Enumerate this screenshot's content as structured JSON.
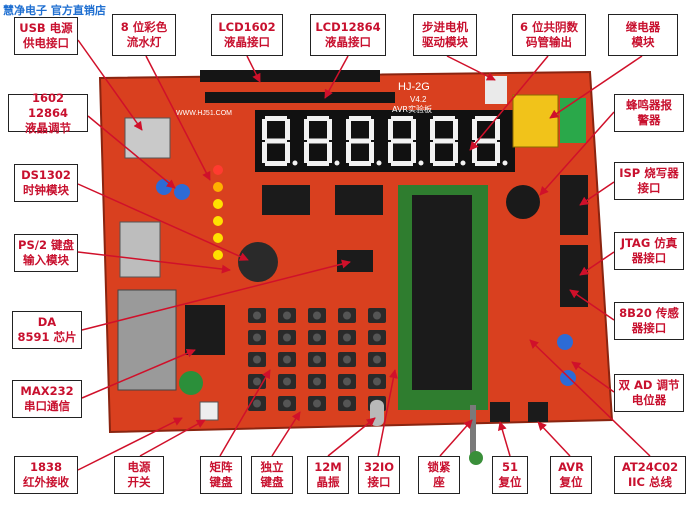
{
  "watermark": "慧净电子 官方直销店",
  "board": {
    "brand": "HJ-2G",
    "model": "V4.2",
    "subtitle": "AVR实验板",
    "site": "WWW.HJ51.COM"
  },
  "labels": {
    "usb": "USB 电源\n供电接口",
    "led": "8 位彩色\n流水灯",
    "lcd1602": "LCD1602\n液晶接口",
    "lcd12864": "LCD12864\n液晶接口",
    "stepper": "步进电机\n驱动模块",
    "segment": "6 位共阴数\n码管输出",
    "relay": "继电器\n模块",
    "lcdadjust": "1602 12864\n液晶调节",
    "buzzer": "蜂鸣器报\n警器",
    "ds1302": "DS1302\n时钟模块",
    "isp": "ISP 烧写器\n接口",
    "ps2": "PS/2 键盘\n输入模块",
    "jtag": "JTAG 仿真\n器接口",
    "da": "DA\n8591 芯片",
    "ds18b20": "8B20 传感\n器接口",
    "max232": "MAX232\n串口通信",
    "dualad": "双 AD 调节\n电位器",
    "ir": "1838\n红外接收",
    "power": "电源\n开关",
    "matrix": "矩阵\n键盘",
    "indep": "独立\n键盘",
    "crystal": "12M\n晶振",
    "io32": "32IO\n接口",
    "lock": "锁紧\n座",
    "reset51": "51\n复位",
    "avrreset": "AVR\n复位",
    "at24": "AT24C02\nIIC 总线"
  },
  "colors": {
    "pcb": "#d9401f",
    "label_text": "#c8102e",
    "segment": "#f2f2f2",
    "arrow": "#d0102a"
  }
}
